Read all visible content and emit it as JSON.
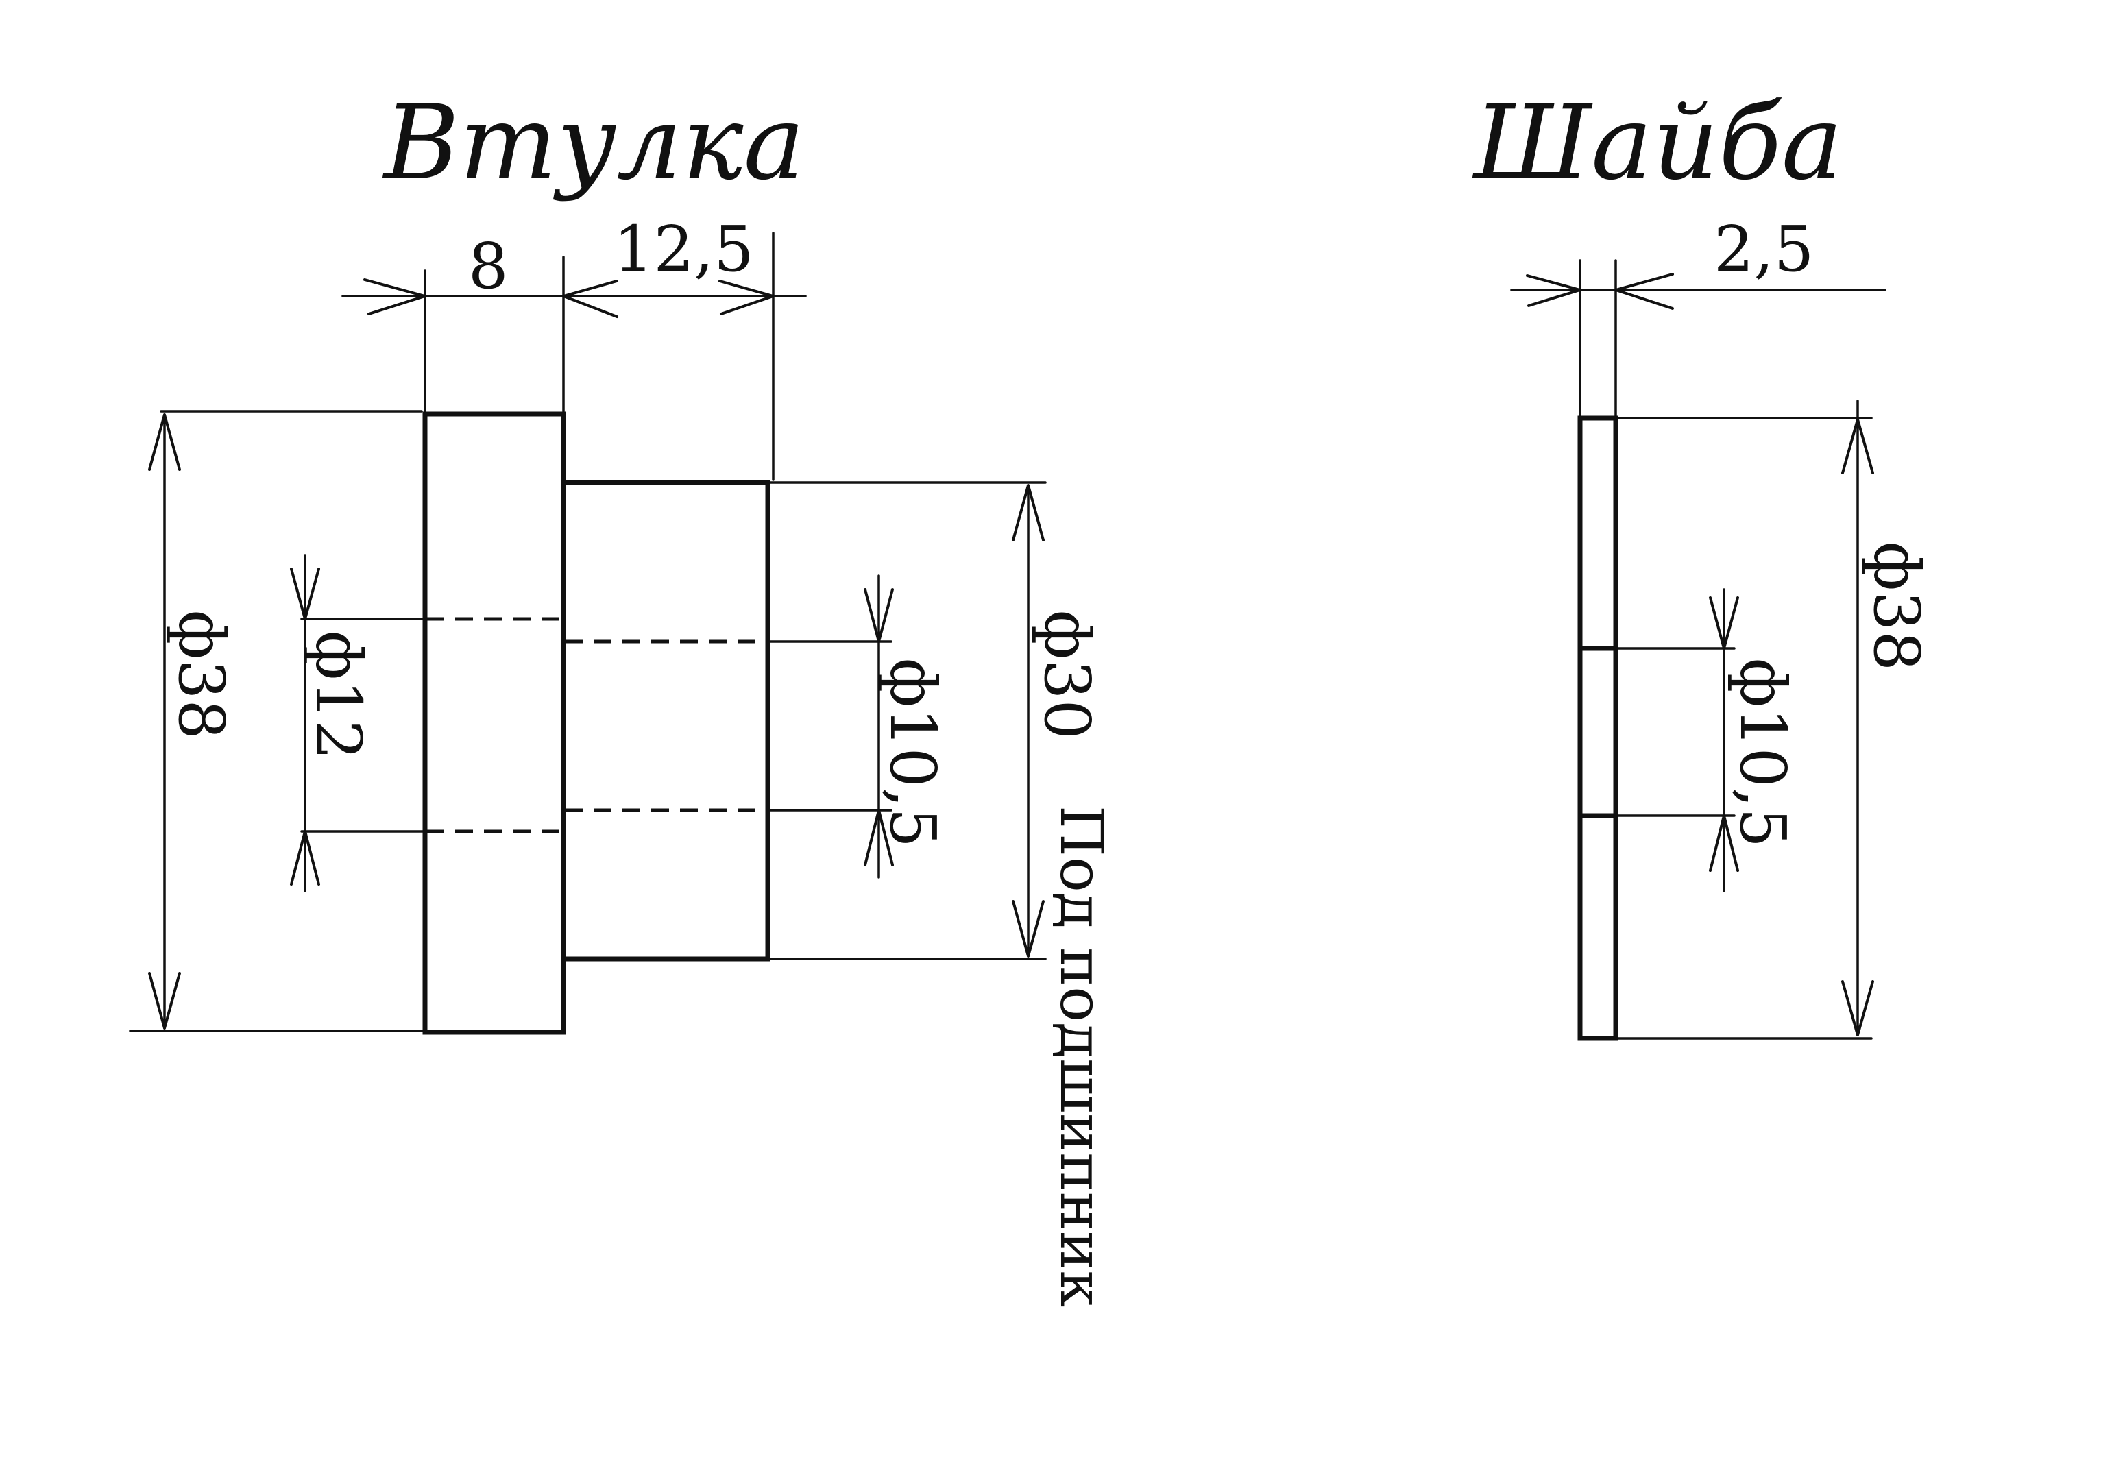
{
  "bushing": {
    "title": "Втулка",
    "dim_flange_width": "8",
    "dim_hub_length": "12,5",
    "dim_outer_diameter": "ф38",
    "dim_bore_left": "ф12",
    "dim_bore_right": "ф10,5",
    "dim_hub_diameter": "ф30",
    "dim_hub_note": "Под подшипник"
  },
  "washer": {
    "title": "Шайба",
    "dim_thickness": "2,5",
    "dim_outer_diameter": "ф38",
    "dim_bore": "ф10,5"
  }
}
